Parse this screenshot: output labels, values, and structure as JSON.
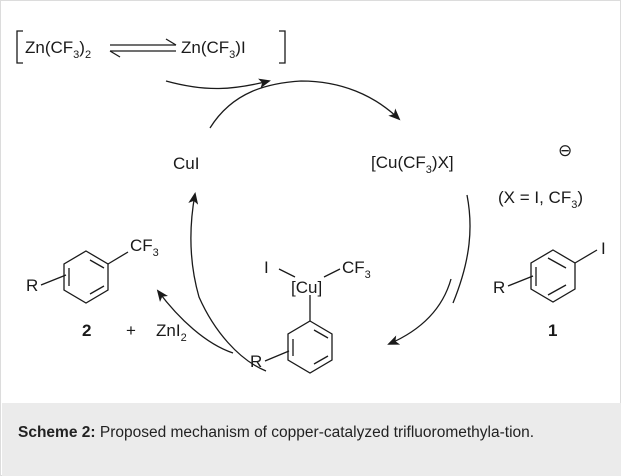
{
  "scheme": {
    "bracket_left": "Zn(CF",
    "bracket_right": "Zn(CF",
    "sub3": "3",
    "sub2": "2",
    "close_paren": ")",
    "close_paren_I": ")I",
    "cui": "CuI",
    "cu_complex_prefix": "[Cu(CF",
    "cu_complex_suffix": ")X]",
    "charge": "⊖",
    "x_def_prefix": "(X = I, CF",
    "x_def_suffix": ")",
    "aryl_iodide_label": "1",
    "product_label": "2",
    "plus": "+",
    "zni2_prefix": "ZnI",
    "zni2_sub": "2",
    "R": "R",
    "I": "I",
    "CF3_text": "CF",
    "cu_center": "[Cu]"
  },
  "caption": {
    "label": "Scheme 2:",
    "text": " Proposed mechanism of copper-catalyzed trifluoromethyla-tion."
  }
}
